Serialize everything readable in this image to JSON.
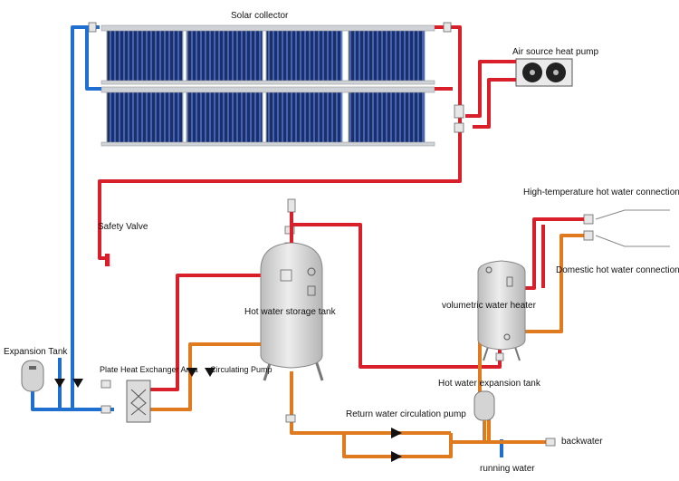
{
  "labels": {
    "solar_collector": "Solar collector",
    "air_source_heat_pump": "Air source heat pump",
    "high_temp_connection": "High-temperature hot water connection",
    "safety_valve": "Safety Valve",
    "domestic_connection": "Domestic hot water connection",
    "hot_water_storage_tank": "Hot water storage tank",
    "volumetric_water_heater": "volumetric water heater",
    "expansion_tank": "Expansion Tank",
    "plate_heat_exchanger": "Plate Heat Exchanger Area",
    "circulating_pump": "Circulating Pump",
    "hot_water_expansion_tank": "Hot water expansion tank",
    "return_water_pump": "Return water circulation pump",
    "backwater": "backwater",
    "running_water": "running water"
  },
  "colors": {
    "hot_pipe": "#d9202a",
    "cold_pipe": "#1f6fd1",
    "return_pipe": "#e07a1f",
    "tube_dark": "#1b2f6b",
    "tube_light": "#3f5fae",
    "tank_fill": "#d7d7d7",
    "tank_stroke": "#8a8a8a"
  }
}
